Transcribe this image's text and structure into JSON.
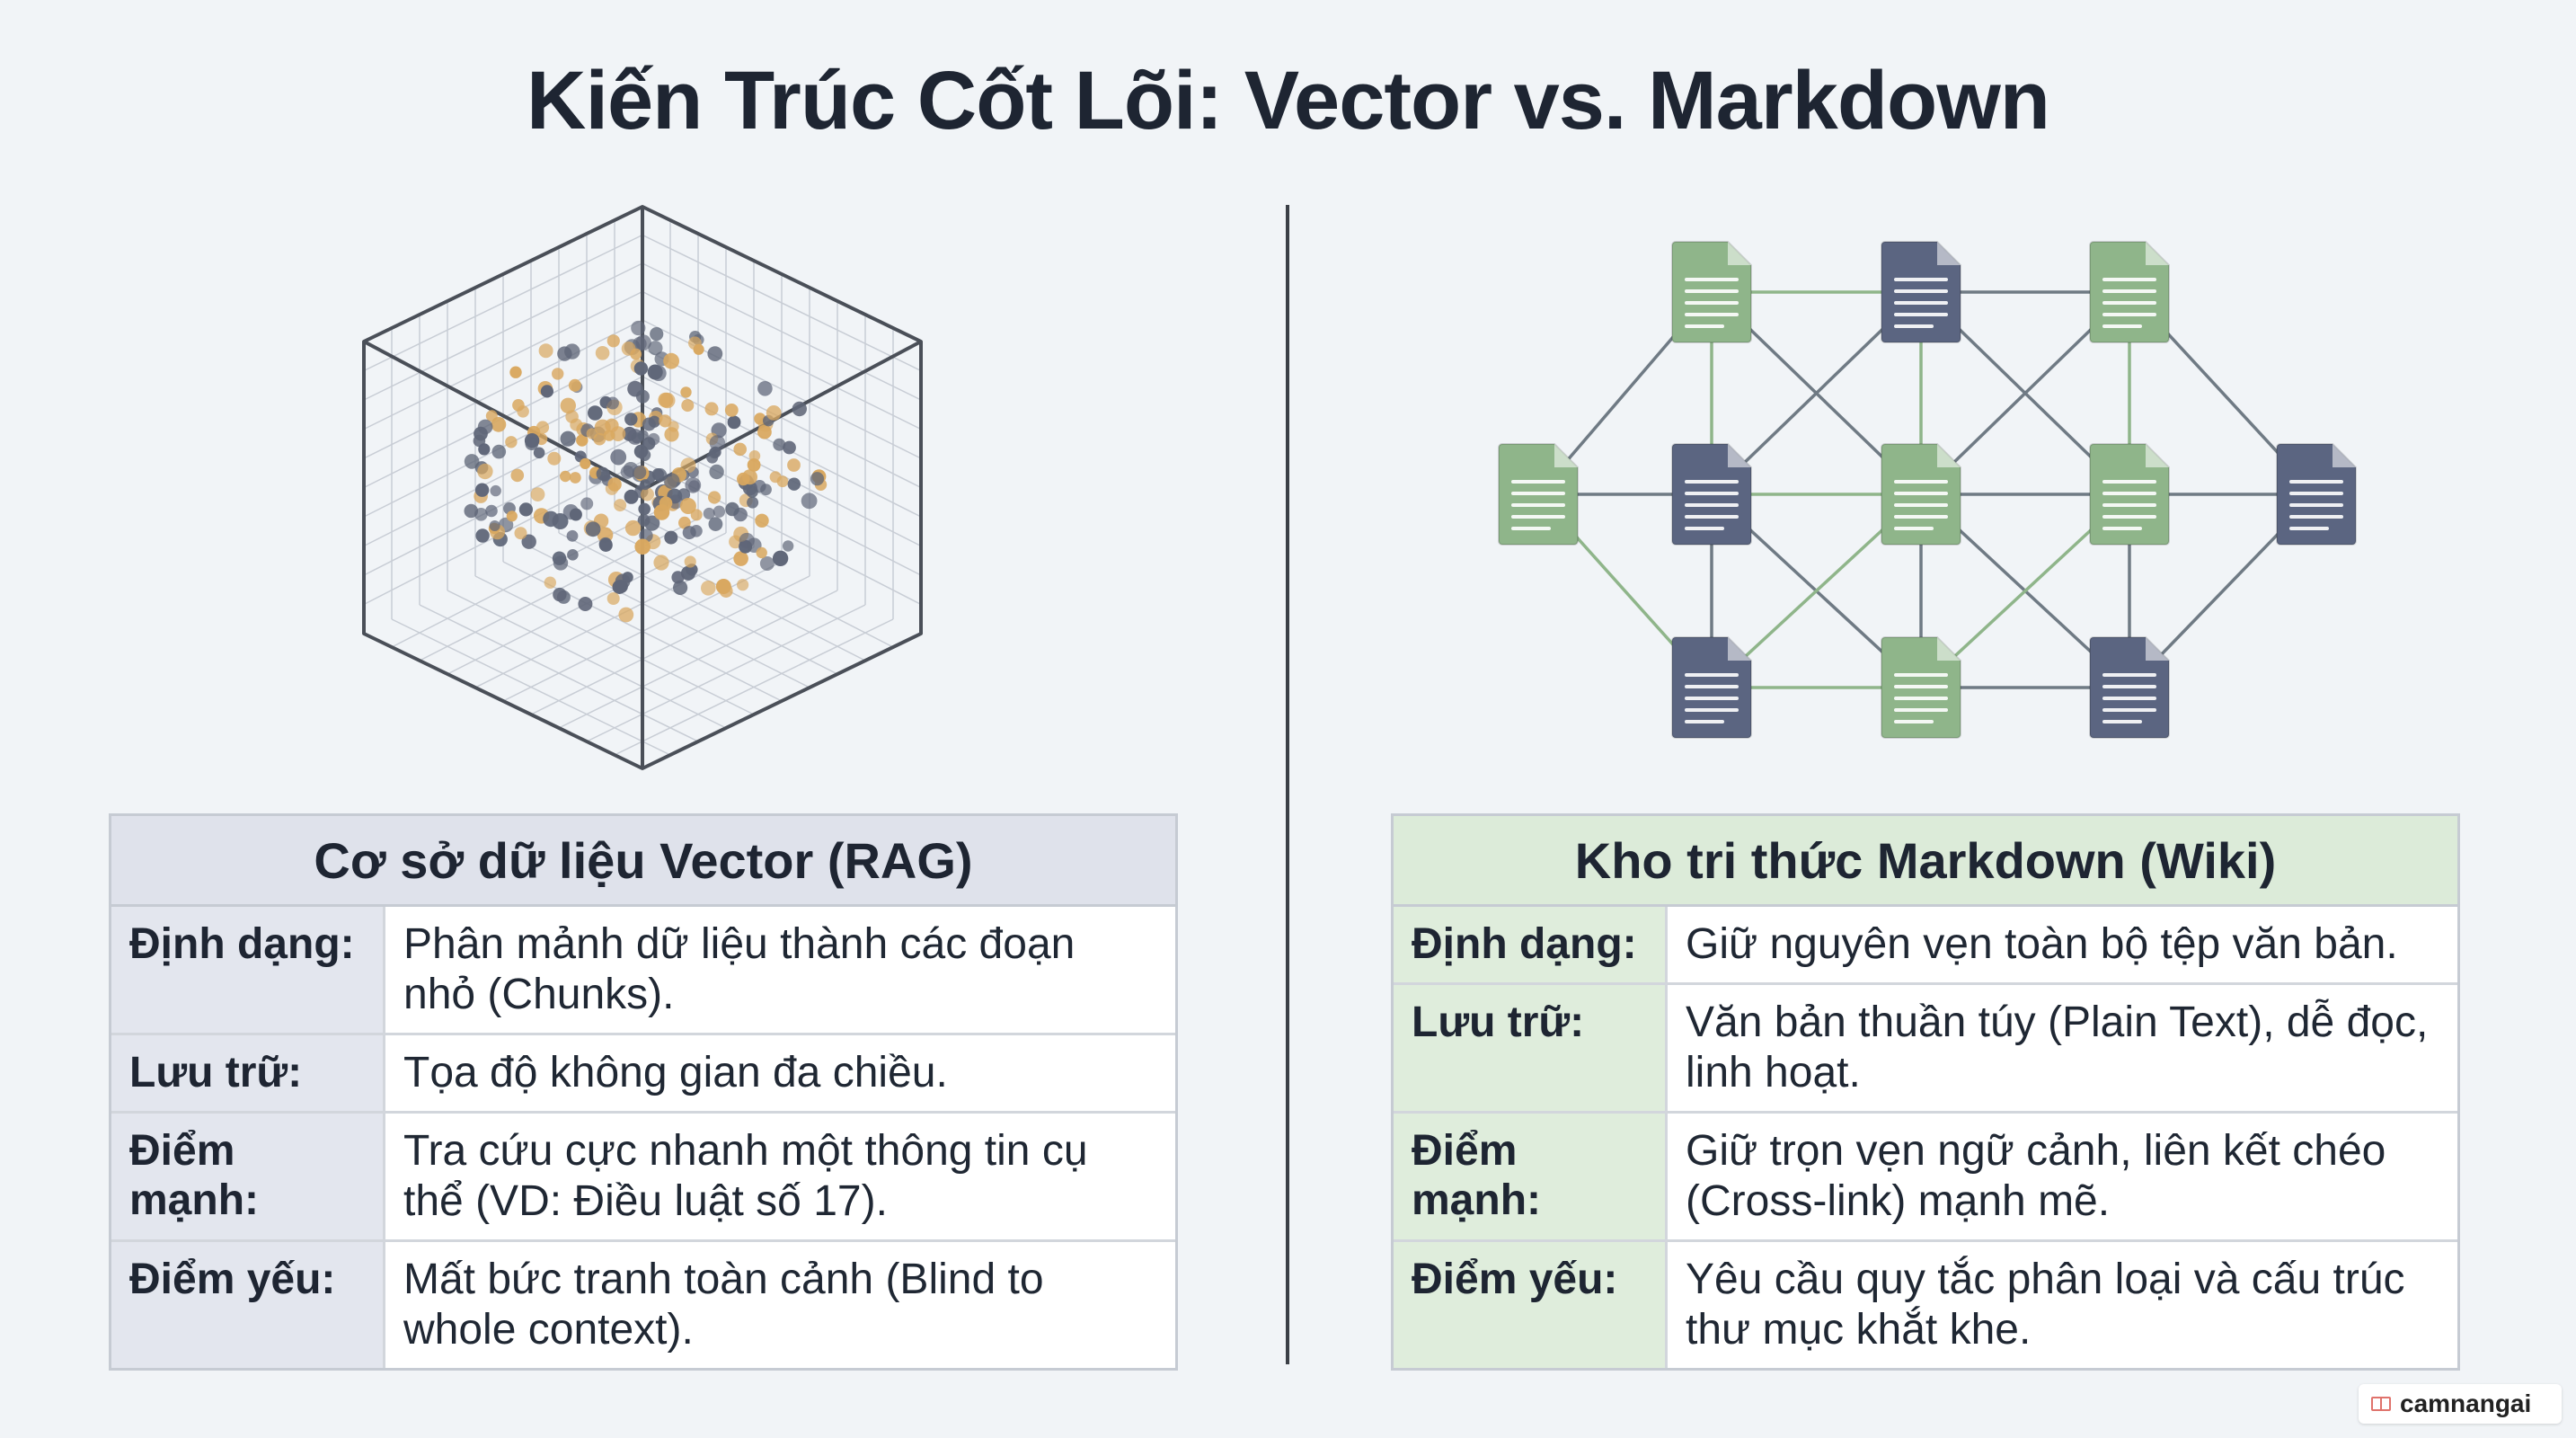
{
  "title": "Kiến Trúc Cốt Lõi: Vector vs. Markdown",
  "left_panel": {
    "heading": "Cơ sở dữ liệu Vector (RAG)",
    "rows": [
      {
        "label": "Định dạng:",
        "value": "Phân mảnh dữ liệu thành các đoạn nhỏ (Chunks)."
      },
      {
        "label": "Lưu trữ:",
        "value": "Tọa độ không gian đa chiều."
      },
      {
        "label": "Điểm mạnh:",
        "value": "Tra cứu cực nhanh một thông tin cụ thể (VD: Điều luật số 17)."
      },
      {
        "label": "Điểm yếu:",
        "value": "Mất bức tranh toàn cảnh (Blind to whole context)."
      }
    ]
  },
  "right_panel": {
    "heading": "Kho tri thức Markdown (Wiki)",
    "rows": [
      {
        "label": "Định dạng:",
        "value": "Giữ nguyên vẹn toàn bộ tệp văn bản."
      },
      {
        "label": "Lưu trữ:",
        "value": "Văn bản thuần túy (Plain Text), dễ đọc, linh hoạt."
      },
      {
        "label": "Điểm mạnh:",
        "value": "Giữ trọn vẹn ngữ cảnh, liên kết chéo (Cross-link) mạnh mẽ."
      },
      {
        "label": "Điểm yếu:",
        "value": "Yêu cầu quy tắc phân loại và cấu trúc thư mục khắt khe."
      }
    ]
  },
  "colors": {
    "point_dark": "#5f6678",
    "point_gold": "#d9a860",
    "doc_green": "#8fb58a",
    "doc_blue": "#5b6581",
    "edge": "#6f7a84"
  },
  "icons": {
    "watermark": "book-icon"
  },
  "watermark": "camnangai"
}
